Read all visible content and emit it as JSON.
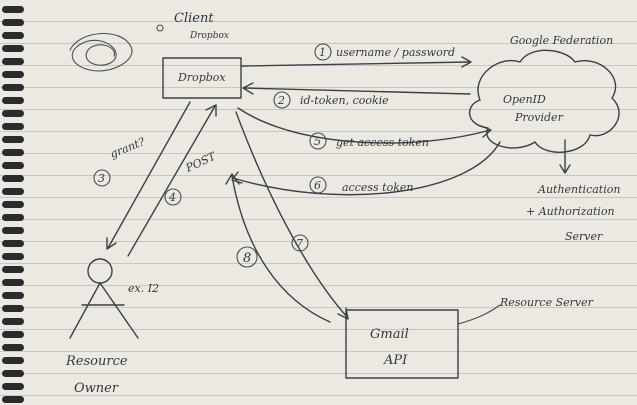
{
  "labels": {
    "client_title": "Client",
    "client_subtitle": "Dropbox",
    "client_box": "Dropbox",
    "google_title": "Google Federation",
    "openid_line1": "OpenID",
    "openid_line2": "Provider",
    "auth_line1": "Authentication",
    "auth_line2": "+ Authorization",
    "auth_line3": "Server",
    "resource_server": "Resource Server",
    "gmail_line1": "Gmail",
    "gmail_line2": "API",
    "owner_line1": "Resource",
    "owner_line2": "Owner",
    "owner_tag": "ex. I2",
    "grant_label": "grant?",
    "post_label": "POST"
  },
  "steps": [
    {
      "num": "1",
      "text": "username / password"
    },
    {
      "num": "2",
      "text": "id-token, cookie"
    },
    {
      "num": "3",
      "text": ""
    },
    {
      "num": "4",
      "text": ""
    },
    {
      "num": "5",
      "text": "get access token"
    },
    {
      "num": "6",
      "text": "access token"
    },
    {
      "num": "7",
      "text": ""
    },
    {
      "num": "8",
      "text": ""
    }
  ],
  "colors": {
    "paper": "#ece9e2",
    "ruling": "#b9c9d6",
    "ink": "#3c3f46"
  }
}
